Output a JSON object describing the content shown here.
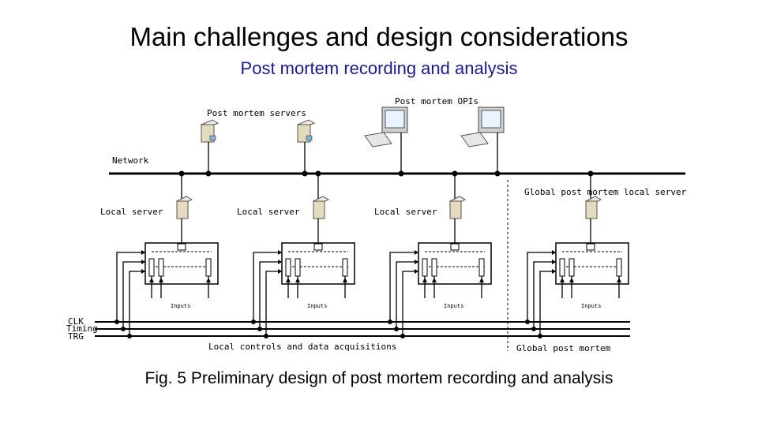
{
  "slide": {
    "title": "Main challenges and design considerations",
    "subtitle": "Post mortem recording and analysis",
    "caption": "Fig. 5 Preliminary design of post mortem recording and analysis"
  },
  "diagram": {
    "network_label": "Network",
    "pm_servers_label": "Post mortem servers",
    "pm_opis_label": "Post mortem OPIs",
    "local_server_label": "Local server",
    "global_server_label": "Global post mortem local server",
    "inputs_label": "Inputs",
    "clk_label": "CLK",
    "timing_label": "Timing",
    "trg_label": "TRG",
    "local_ctrl_label": "Local controls and data acquisitions",
    "global_pm_label": "Global post mortem"
  }
}
